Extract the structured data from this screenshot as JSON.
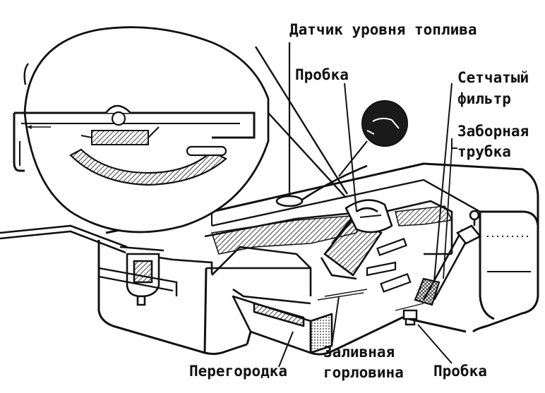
{
  "labels": {
    "fuel_level_sensor": "Датчик уровня топлива",
    "plug_top": "Пробка",
    "mesh_filter_line1": "Сетчатый",
    "mesh_filter_line2": "фильтр",
    "intake_tube_line1": "Заборная",
    "intake_tube_line2": "трубка",
    "filler_neck_line1": "Заливная",
    "filler_neck_line2": "горловина",
    "partition": "Перегородка",
    "plug_bottom": "Пробка"
  },
  "colors": {
    "ink": "#111111",
    "paper": "#ffffff",
    "shade": "#444444"
  }
}
